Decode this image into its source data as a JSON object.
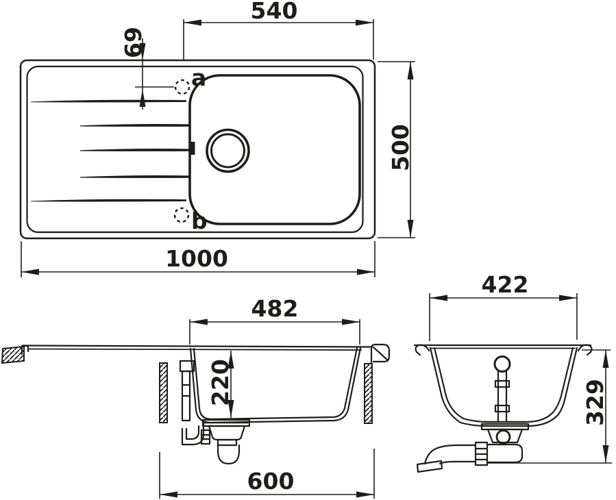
{
  "drawing": {
    "colors": {
      "ink": "#1d1d1b",
      "background": "#ffffff"
    },
    "plan_view": {
      "dim_bowl_span_top": "540",
      "dim_hole_offset": "69",
      "dim_overall_width": "500",
      "dim_overall_length": "1000",
      "hole_a_label": "a",
      "hole_b_label": "b"
    },
    "side_section": {
      "dim_bowl_length_top": "482",
      "dim_bowl_depth": "220",
      "dim_base_cabinet": "600"
    },
    "end_section": {
      "dim_bowl_width_top": "422",
      "dim_height_incl_drain": "329"
    }
  }
}
